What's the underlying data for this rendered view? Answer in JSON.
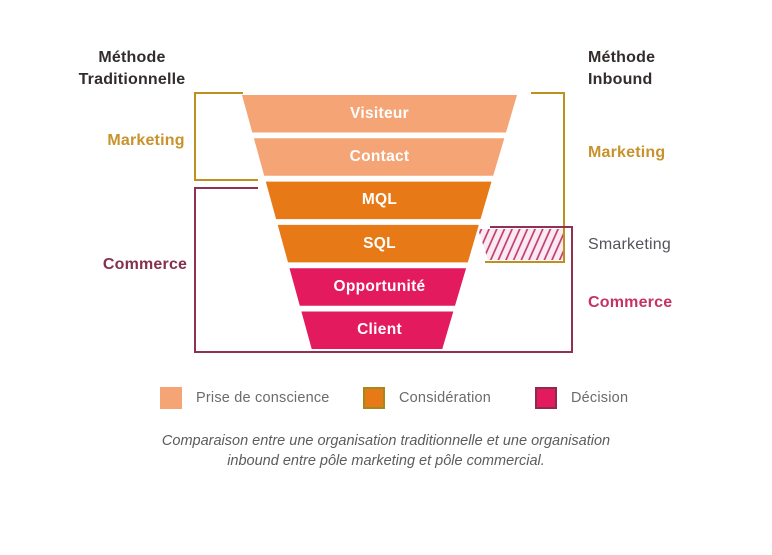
{
  "headers": {
    "left_title": "Méthode\nTraditionnelle",
    "right_title": "Méthode\nInbound"
  },
  "left_labels": {
    "marketing": "Marketing",
    "commerce": "Commerce"
  },
  "right_labels": {
    "marketing": "Marketing",
    "smarketing": "Smarketing",
    "commerce": "Commerce"
  },
  "funnel": {
    "stages": [
      {
        "label": "Visiteur",
        "phase": "prise-de-conscience",
        "color": "#F4A475"
      },
      {
        "label": "Contact",
        "phase": "prise-de-conscience",
        "color": "#F4A475"
      },
      {
        "label": "MQL",
        "phase": "consideration",
        "color": "#E87917"
      },
      {
        "label": "SQL",
        "phase": "consideration",
        "color": "#E87917"
      },
      {
        "label": "Opportunité",
        "phase": "decision",
        "color": "#E31A5D"
      },
      {
        "label": "Client",
        "phase": "decision",
        "color": "#E31A5D"
      }
    ]
  },
  "legend": {
    "items": [
      {
        "label": "Prise de conscience",
        "color": "#F4A475",
        "border": "#F4A475"
      },
      {
        "label": "Considération",
        "color": "#E87917",
        "border": "#A08A1E"
      },
      {
        "label": "Décision",
        "color": "#E31A5D",
        "border": "#8C2B4E"
      }
    ]
  },
  "caption": "Comparaison entre une organisation traditionnelle et une organisation inbound entre pôle marketing et pôle commercial.",
  "colors": {
    "gold_bracket": "#BE9020",
    "magenta_bracket": "#8E3154",
    "marketing_label": "#C8922C",
    "commerce_left_label": "#84304F",
    "commerce_right_label": "#C23467",
    "smarketing_label": "#55535A",
    "title_text": "#332C2C",
    "hatch_bg": "#FCEAF2",
    "hatch_line": "#BE3366"
  }
}
